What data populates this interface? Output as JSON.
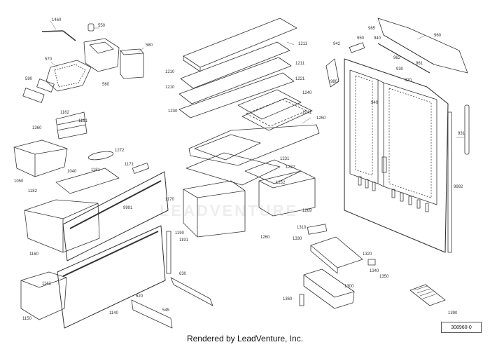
{
  "watermark": "LEADVENTURE",
  "footer": {
    "credit": "Rendered by LeadVenture, Inc."
  },
  "ref_code": "308960-0",
  "callouts": [
    {
      "id": "c1",
      "text": "1460"
    },
    {
      "id": "c2",
      "text": "550"
    },
    {
      "id": "c3",
      "text": "580"
    },
    {
      "id": "c4",
      "text": "570"
    },
    {
      "id": "c5",
      "text": "560"
    },
    {
      "id": "c6",
      "text": "590"
    },
    {
      "id": "c7",
      "text": "1162"
    },
    {
      "id": "c8",
      "text": "1161"
    },
    {
      "id": "c9",
      "text": "1360"
    },
    {
      "id": "c10",
      "text": "1272"
    },
    {
      "id": "c11",
      "text": "1171"
    },
    {
      "id": "c12",
      "text": "1040"
    },
    {
      "id": "c13",
      "text": "1181"
    },
    {
      "id": "c14",
      "text": "1050"
    },
    {
      "id": "c15",
      "text": "1182"
    },
    {
      "id": "c16",
      "text": "9991"
    },
    {
      "id": "c17",
      "text": "1170"
    },
    {
      "id": "c18",
      "text": "1160"
    },
    {
      "id": "c19",
      "text": "1190"
    },
    {
      "id": "c20",
      "text": "1191"
    },
    {
      "id": "c21",
      "text": "1141"
    },
    {
      "id": "c22",
      "text": "1140"
    },
    {
      "id": "c23",
      "text": "1150"
    },
    {
      "id": "c24",
      "text": "630"
    },
    {
      "id": "c25",
      "text": "620"
    },
    {
      "id": "c26",
      "text": "545"
    },
    {
      "id": "c27",
      "text": "1211"
    },
    {
      "id": "c28",
      "text": "1210"
    },
    {
      "id": "c29",
      "text": "1210"
    },
    {
      "id": "c30",
      "text": "1211"
    },
    {
      "id": "c31",
      "text": "1221"
    },
    {
      "id": "c32",
      "text": "1230"
    },
    {
      "id": "c33",
      "text": "1240"
    },
    {
      "id": "c34",
      "text": "1241"
    },
    {
      "id": "c35",
      "text": "1250"
    },
    {
      "id": "c36",
      "text": "1231"
    },
    {
      "id": "c37",
      "text": "1232"
    },
    {
      "id": "c38",
      "text": "1252"
    },
    {
      "id": "c39",
      "text": "1269"
    },
    {
      "id": "c40",
      "text": "1260"
    },
    {
      "id": "c41",
      "text": "1310"
    },
    {
      "id": "c42",
      "text": "1330"
    },
    {
      "id": "c43",
      "text": "1320"
    },
    {
      "id": "c44",
      "text": "1340"
    },
    {
      "id": "c45",
      "text": "1350"
    },
    {
      "id": "c46",
      "text": "1300"
    },
    {
      "id": "c47",
      "text": "1360"
    },
    {
      "id": "c48",
      "text": "1390"
    },
    {
      "id": "c49",
      "text": "965"
    },
    {
      "id": "c50",
      "text": "960"
    },
    {
      "id": "c51",
      "text": "940"
    },
    {
      "id": "c52",
      "text": "942"
    },
    {
      "id": "c53",
      "text": "950"
    },
    {
      "id": "c54",
      "text": "961"
    },
    {
      "id": "c55",
      "text": "962"
    },
    {
      "id": "c56",
      "text": "930"
    },
    {
      "id": "c57",
      "text": "980"
    },
    {
      "id": "c58",
      "text": "920"
    },
    {
      "id": "c59",
      "text": "940"
    },
    {
      "id": "c60",
      "text": "931"
    },
    {
      "id": "c61",
      "text": "9992"
    }
  ]
}
